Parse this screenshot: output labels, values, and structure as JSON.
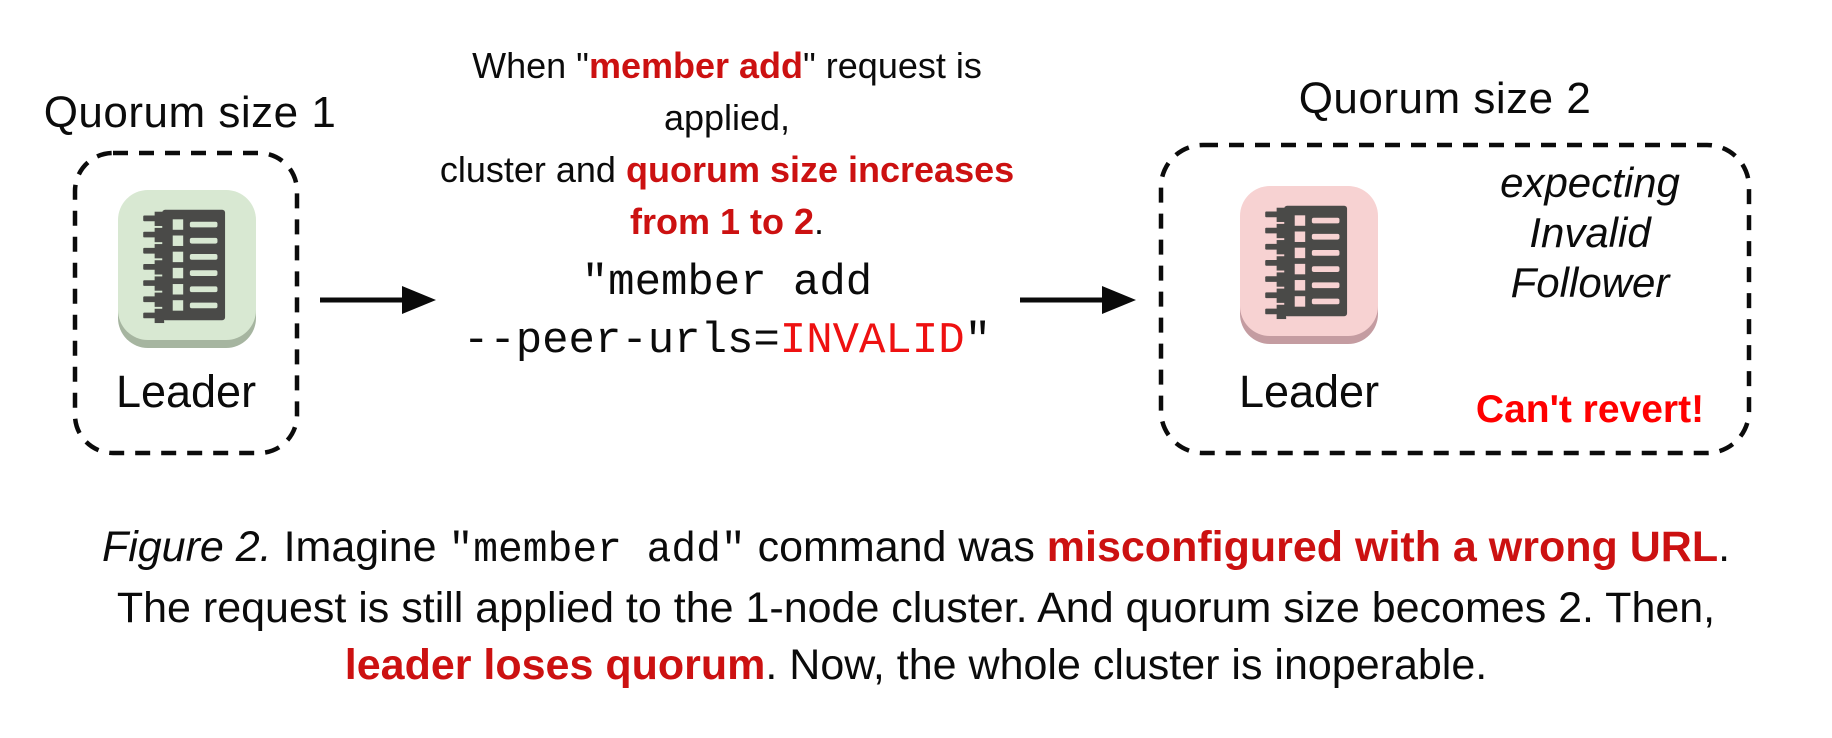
{
  "figure": {
    "left_cluster": {
      "title": "Quorum size 1",
      "node_label": "Leader",
      "icon_bg": "#d8e8d2",
      "icon_shadow": "#a6b5a0",
      "icon_glyph": "#4a4a48"
    },
    "right_cluster": {
      "title": "Quorum size 2",
      "node_label": "Leader",
      "icon_bg": "#f7d2d2",
      "icon_shadow": "#c49ca1",
      "icon_glyph": "#4a4a48",
      "expecting_line1": "expecting",
      "expecting_line2": "Invalid",
      "expecting_line3": "Follower",
      "warning": "Can't revert!"
    },
    "annotation": {
      "l1_pre": "When \"",
      "l1_red": "member add",
      "l1_post": "\" request is applied,",
      "l2_pre": "cluster and ",
      "l2_red": "quorum size increases",
      "l3_red": "from 1 to 2",
      "l3_post": "."
    },
    "command": {
      "line1": "\"member add",
      "l2_pre": "--peer-urls=",
      "l2_red": "INVALID",
      "l2_post": "\""
    },
    "caption": {
      "figure_label": "Figure 2.",
      "l1_s1": " Imagine ",
      "l1_code": "\"member add\"",
      "l1_s2": " command was ",
      "l1_red": "misconfigured with a wrong URL",
      "l1_s3": ".",
      "line2": "The request is still applied to the 1-node cluster. And quorum size becomes 2. Then,",
      "l3_red": "leader loses quorum",
      "l3_s1": ". Now, the whole cluster is inoperable."
    },
    "colors": {
      "red_bold": "#cc1111",
      "red_code": "#ee1111",
      "red_warning": "#ff0000",
      "text": "#0b0b0b",
      "icon_green": "#d8e8d2",
      "icon_pink": "#f7d2d2"
    }
  }
}
